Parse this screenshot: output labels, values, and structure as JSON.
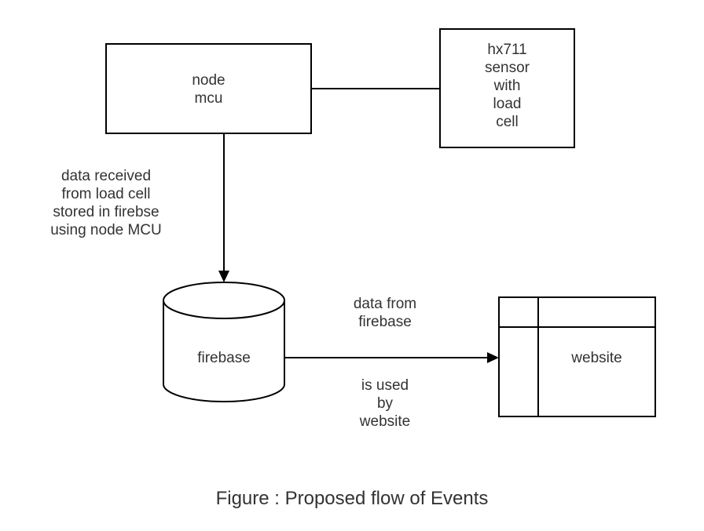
{
  "diagram": {
    "nodes": {
      "node_mcu": {
        "label": "node\nmcu",
        "shape": "rectangle"
      },
      "sensor": {
        "label": "hx711\nsensor\nwith\nload\ncell",
        "shape": "rectangle"
      },
      "firebase": {
        "label": "firebase",
        "shape": "cylinder"
      },
      "website": {
        "label": "website",
        "shape": "internal-storage-box"
      }
    },
    "edges": [
      {
        "from": "node_mcu",
        "to": "sensor",
        "arrow": "none",
        "label": ""
      },
      {
        "from": "node_mcu",
        "to": "firebase",
        "arrow": "end",
        "label": "data received\nfrom load cell\nstored in firebse\nusing node MCU"
      },
      {
        "from": "firebase",
        "to": "website",
        "arrow": "end",
        "label_above": "data from\nfirebase",
        "label_below": "is used\nby\nwebsite"
      }
    ],
    "caption": "Figure : Proposed flow of Events"
  }
}
